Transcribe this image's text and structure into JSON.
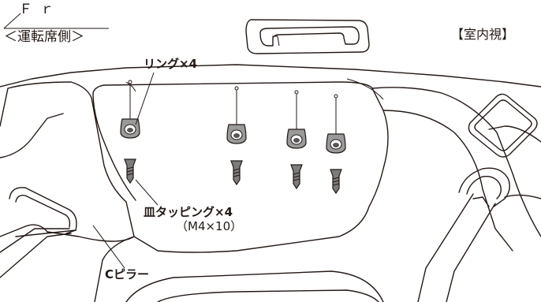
{
  "labels": {
    "front": "Ｆｒ",
    "driver_side": "＜運転席側＞",
    "view": "【室内視】",
    "ring": "リング×4",
    "screw": "皿タッピング×4",
    "screw_size": "（M4×10）",
    "pillar": "Cピラー"
  },
  "rings": [
    {
      "part": "ring"
    },
    {
      "part": "ring"
    },
    {
      "part": "ring"
    },
    {
      "part": "ring"
    }
  ],
  "screws": [
    {
      "part": "countersunk-tapping-screw"
    },
    {
      "part": "countersunk-tapping-screw"
    },
    {
      "part": "countersunk-tapping-screw"
    },
    {
      "part": "countersunk-tapping-screw"
    }
  ],
  "colors": {
    "line": "#231815",
    "part_fill": "#8c8c8c",
    "background": "#ffffff"
  }
}
